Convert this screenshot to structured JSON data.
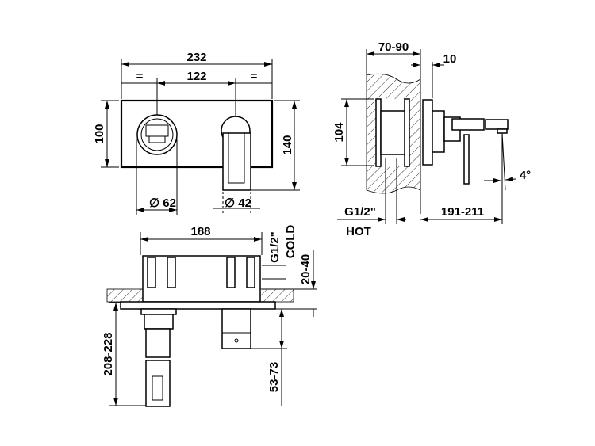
{
  "front_view": {
    "width_total": "232",
    "center_distance": "122",
    "equal_left": "=",
    "equal_right": "=",
    "plate_height": "100",
    "total_height": "140",
    "knob_diameter": "∅ 62",
    "spout_diameter": "∅ 42"
  },
  "side_view": {
    "wall_depth": "70-90",
    "plate_thickness": "10",
    "body_height": "104",
    "inlet_hot_size": "G1/2\"",
    "inlet_hot_label": "HOT",
    "projection": "191-211",
    "spout_angle": "4°"
  },
  "bottom_view": {
    "body_width": "188",
    "inlet_cold_size": "G1/2\"",
    "inlet_cold_label": "COLD",
    "plate_offset": "20-40",
    "handle_length": "208-228",
    "spout_length": "53-73"
  }
}
